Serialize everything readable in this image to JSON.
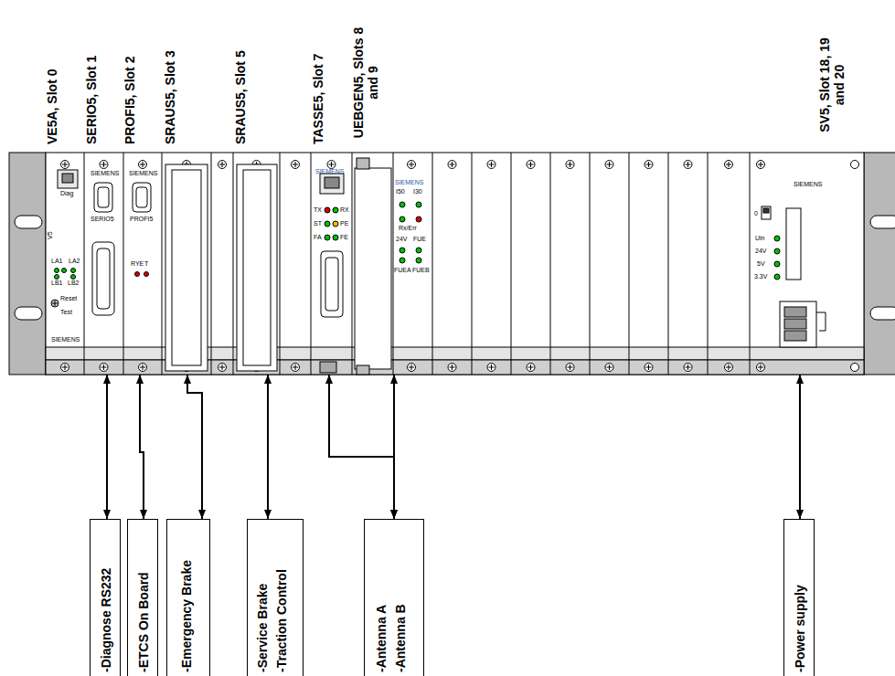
{
  "diagram": {
    "nodes": [
      {
        "text": [
          "VE5A, Slot 0",
          "V5",
          "Diag",
          "LA1",
          "LA2",
          "LB1",
          "LB2",
          "Reset",
          "Test",
          "SIEMENS"
        ]
      },
      {
        "text": [
          "SERIO5, Slot 1",
          "SIEMENS",
          "SERIO5"
        ]
      },
      {
        "text": [
          "PROFI5, Slot 2",
          "SIEMENS",
          "PROFI5",
          "RYE",
          "T"
        ]
      },
      {
        "text": [
          "SRAUS5, Slot 3"
        ]
      },
      {
        "text": [
          "SRAUS5, Slot 5"
        ]
      },
      {
        "text": [
          "TASSE5, Slot 7",
          "SIEMENS",
          "TX",
          "RX",
          "ST",
          "PE",
          "FA",
          "FE"
        ]
      },
      {
        "text": [
          "UEBGEN5, Slots 8 and 9",
          "SIEMENS",
          "I50",
          "I30",
          "Rx/Err",
          "24V",
          "FUE",
          "FUEA",
          "FUEB"
        ]
      },
      {
        "text": [
          "SV5, Slot 18, 19 and 20",
          "SIEMENS",
          "0",
          "Uin",
          "24V",
          "5V",
          "3.3V"
        ]
      },
      {
        "text": [
          "-Diagnose RS232"
        ]
      },
      {
        "text": [
          "-ETCS On Board"
        ]
      },
      {
        "text": [
          "-Emergency Brake"
        ]
      },
      {
        "text": [
          "-Service Brake",
          "-Traction Control"
        ]
      },
      {
        "text": [
          "-Antenna A",
          "-Antenna B"
        ]
      },
      {
        "text": [
          "-Power supply"
        ]
      }
    ],
    "edges": [
      {
        "from": 1,
        "to": 8,
        "arrow": "both"
      },
      {
        "from": 2,
        "to": 9,
        "arrow": "both"
      },
      {
        "from": 3,
        "to": 10,
        "arrow": "both"
      },
      {
        "from": 4,
        "to": 11,
        "arrow": "both"
      },
      {
        "from": 5,
        "to": 12,
        "arrow": "both"
      },
      {
        "from": 6,
        "to": 12,
        "arrow": "both"
      },
      {
        "from": 7,
        "to": 13,
        "arrow": "both"
      }
    ]
  }
}
